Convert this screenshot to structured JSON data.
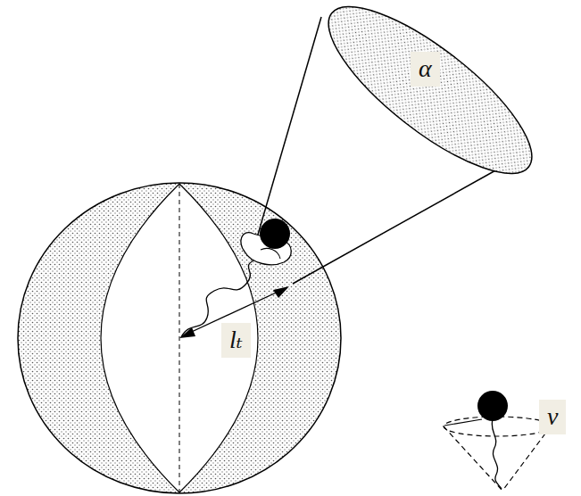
{
  "diagram": {
    "labels": [
      "α",
      "lₜ",
      "v"
    ]
  }
}
